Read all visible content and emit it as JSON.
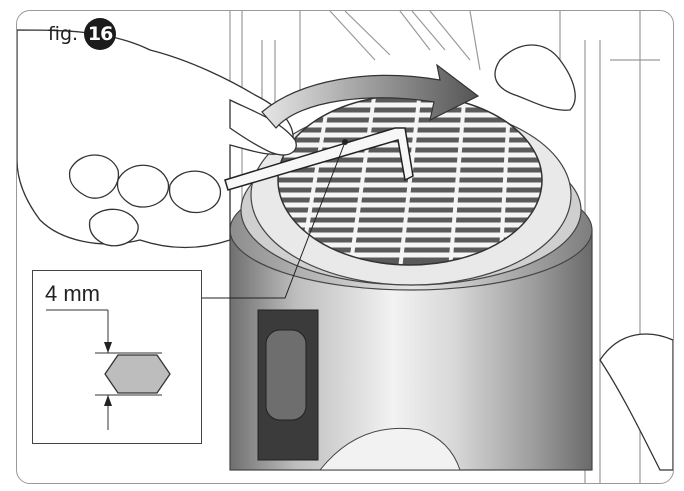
{
  "figure": {
    "prefix": "fig.",
    "number": "16"
  },
  "dimension": {
    "label": "4 mm"
  },
  "icons": {
    "hex_key": "allen-key-icon",
    "arrow": "rotation-arrow-icon",
    "hexagon": "hexagon-section-icon"
  }
}
